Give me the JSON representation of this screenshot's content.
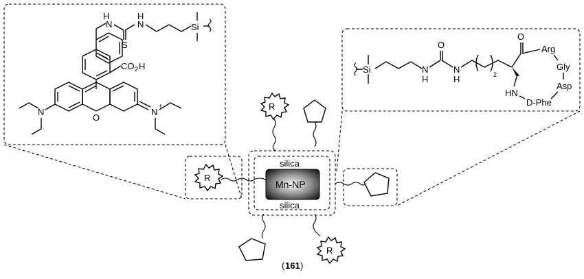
{
  "dye_box": {
    "atoms": {
      "nh_left": "H",
      "n_left": "N",
      "nh_right": "H",
      "n_right": "N",
      "sulfur": "S",
      "silicon": "Si",
      "acid": "CO",
      "acid_sub": "2",
      "acid_h": "H",
      "amine_left": "N",
      "oxygen": "O",
      "iminium": "N",
      "charge": "+"
    }
  },
  "peptide_box": {
    "atoms": {
      "silicon": "Si",
      "nh1_n": "N",
      "nh1_h": "H",
      "carbonyl_o": "O",
      "nh2_n": "N",
      "nh2_h": "H",
      "repeat_sub": "2",
      "keto_o": "O",
      "hn": "HN",
      "arg": "Arg",
      "gly": "Gly",
      "asp": "Asp",
      "dphe": "D-Phe"
    }
  },
  "core": {
    "label": "Mn-NP",
    "shell_top": "silica",
    "shell_bottom": "silica"
  },
  "substituent_labels": {
    "r_top": "R",
    "r_left": "R",
    "r_bottom": "R"
  },
  "compound_number": {
    "open": "(",
    "number": "161",
    "close": ")"
  },
  "colors": {
    "line": "#000000",
    "background": "#ffffff",
    "core_dark": "#1a1a1a",
    "core_light": "#ffffff"
  }
}
